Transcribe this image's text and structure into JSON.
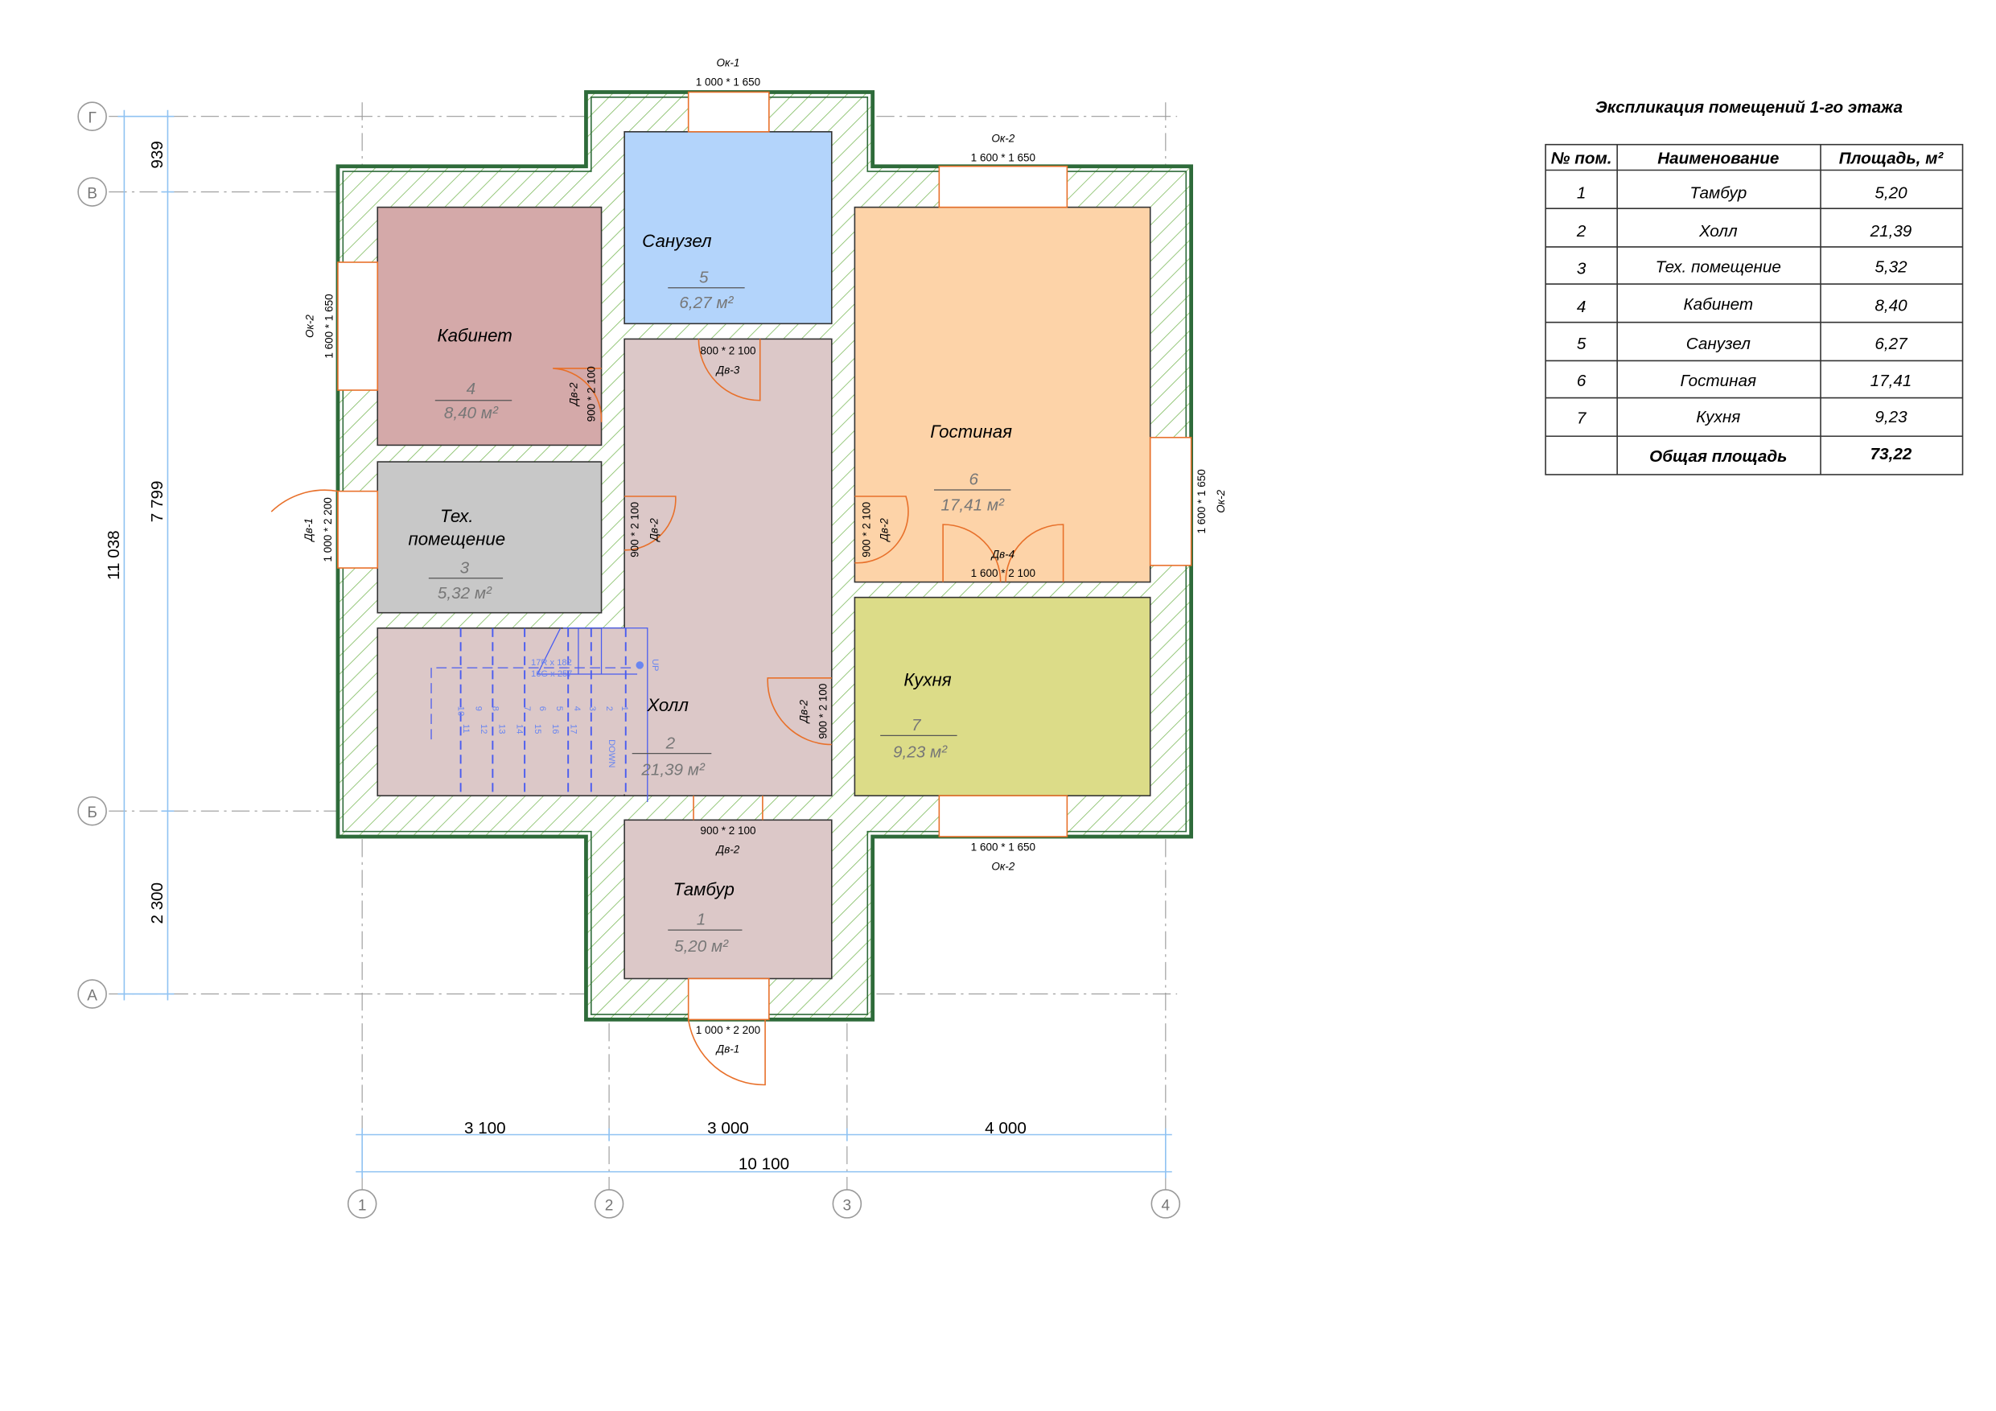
{
  "colors": {
    "kabinet": "#d4a9a9",
    "tech": "#c8c8c8",
    "hall": "#dcc8c8",
    "sanuzel": "#b3d4fb",
    "gostinaya": "#fdd3a8",
    "kuhnya": "#dcdc88",
    "tambur": "#dcc8c8",
    "wall_hatch": "#7dba5c",
    "opening": "#e8702a",
    "stair": "#4a5cf0",
    "dim": "#8fc2f2"
  },
  "axes": {
    "rows": [
      "Г",
      "В",
      "Б",
      "А"
    ],
    "cols": [
      "1",
      "2",
      "3",
      "4"
    ]
  },
  "dimensions": {
    "left": [
      "939",
      "7 799",
      "11 038",
      "2 300"
    ],
    "bottom": [
      "3 100",
      "3 000",
      "4 000",
      "10 100"
    ]
  },
  "rooms": [
    {
      "name": "Тамбур",
      "number": "1",
      "area": "5,20 м²"
    },
    {
      "name": "Холл",
      "number": "2",
      "area": "21,39 м²"
    },
    {
      "name_line1": "Тех.",
      "name_line2": "помещение",
      "number": "3",
      "area": "5,32 м²"
    },
    {
      "name": "Кабинет",
      "number": "4",
      "area": "8,40 м²"
    },
    {
      "name": "Санузел",
      "number": "5",
      "area": "6,27 м²"
    },
    {
      "name": "Гостиная",
      "number": "6",
      "area": "17,41 м²"
    },
    {
      "name": "Кухня",
      "number": "7",
      "area": "9,23 м²"
    }
  ],
  "openings": {
    "ok1_top": {
      "mark": "Ок-1",
      "size": "1 000 * 1 650"
    },
    "ok2_top": {
      "mark": "Ок-2",
      "size": "1 600 * 1 650"
    },
    "ok2_left": {
      "mark": "Ок-2",
      "size": "1 600 * 1 650"
    },
    "ok2_right": {
      "mark": "Ок-2",
      "size": "1 600 * 1 650"
    },
    "ok2_bottom": {
      "mark": "Ок-2",
      "size": "1 600 * 1 650"
    },
    "dv1_left": {
      "mark": "Дв-1",
      "size": "1 000 * 2 200"
    },
    "dv1_bottom": {
      "mark": "Дв-1",
      "size": "1 000 * 2 200"
    },
    "dv3": {
      "mark": "Дв-3",
      "size": "800 * 2 100"
    },
    "dv2_kabinet": {
      "mark": "Дв-2",
      "size": "900 * 2 100"
    },
    "dv2_hall": {
      "mark": "Дв-2",
      "size": "900 * 2 100"
    },
    "dv2_gostinaya": {
      "mark": "Дв-2",
      "size": "900 * 2 100"
    },
    "dv2_kuhnya": {
      "mark": "Дв-2",
      "size": "900 * 2 100"
    },
    "dv2_tambur": {
      "mark": "Дв-2",
      "size": "900 * 2 100"
    },
    "dv4": {
      "mark": "Дв-4",
      "size": "1 600 * 2 100"
    }
  },
  "stair": {
    "risers": "17R x 182",
    "goings": "16G x 257",
    "up": "UP",
    "down": "DOWN",
    "steps": [
      "1",
      "2",
      "3",
      "4",
      "5",
      "6",
      "7",
      "8",
      "9",
      "10",
      "11",
      "12",
      "13",
      "14",
      "15",
      "16",
      "17"
    ]
  },
  "table": {
    "title": "Экспликация помещений 1-го этажа",
    "headers": [
      "№ пом.",
      "Наименование",
      "Площадь, м²"
    ],
    "rows": [
      [
        "1",
        "Тамбур",
        "5,20"
      ],
      [
        "2",
        "Холл",
        "21,39"
      ],
      [
        "3",
        "Тех. помещение",
        "5,32"
      ],
      [
        "4",
        "Кабинет",
        "8,40"
      ],
      [
        "5",
        "Санузел",
        "6,27"
      ],
      [
        "6",
        "Гостиная",
        "17,41"
      ],
      [
        "7",
        "Кухня",
        "9,23"
      ]
    ],
    "total_label": "Общая площадь",
    "total_value": "73,22"
  }
}
